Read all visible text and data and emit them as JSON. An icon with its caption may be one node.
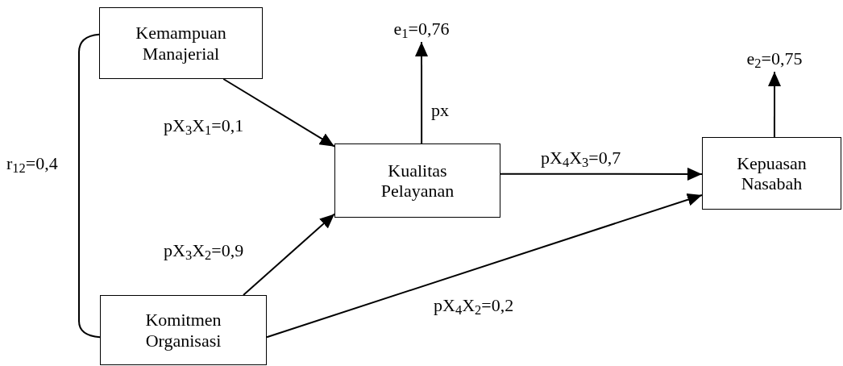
{
  "diagram": {
    "nodes": [
      {
        "text": [
          "Kemampuan Manajerial"
        ]
      },
      {
        "text": [
          "Kualitas Pelayanan"
        ]
      },
      {
        "text": [
          "Komitmen Organisasi"
        ]
      },
      {
        "text": [
          "Kepuasan Nasabah"
        ]
      },
      {
        "text": [
          "e$_{1}$=0,76"
        ]
      },
      {
        "text": [
          "e$_{2}$=0,75"
        ]
      }
    ],
    "edges": [
      {
        "from": 0,
        "to": 1,
        "arrow": "to",
        "label": "pX$_{3}$X$_{1}$=0,1"
      },
      {
        "from": 2,
        "to": 1,
        "arrow": "to",
        "label": "pX$_{3}$X$_{2}$=0,9"
      },
      {
        "from": 1,
        "to": 3,
        "arrow": "to",
        "label": "pX$_{4}$X$_{3}$=0,7"
      },
      {
        "from": 2,
        "to": 3,
        "arrow": "to",
        "label": "pX$_{4}$X$_{2}$=0,2"
      },
      {
        "from": 1,
        "to": 4,
        "arrow": "to",
        "label": "px"
      },
      {
        "from": 3,
        "to": 5,
        "arrow": "to"
      },
      {
        "from": 0,
        "to": 2,
        "arrow": "none",
        "label": "r$_{12}$=0,4"
      }
    ]
  }
}
